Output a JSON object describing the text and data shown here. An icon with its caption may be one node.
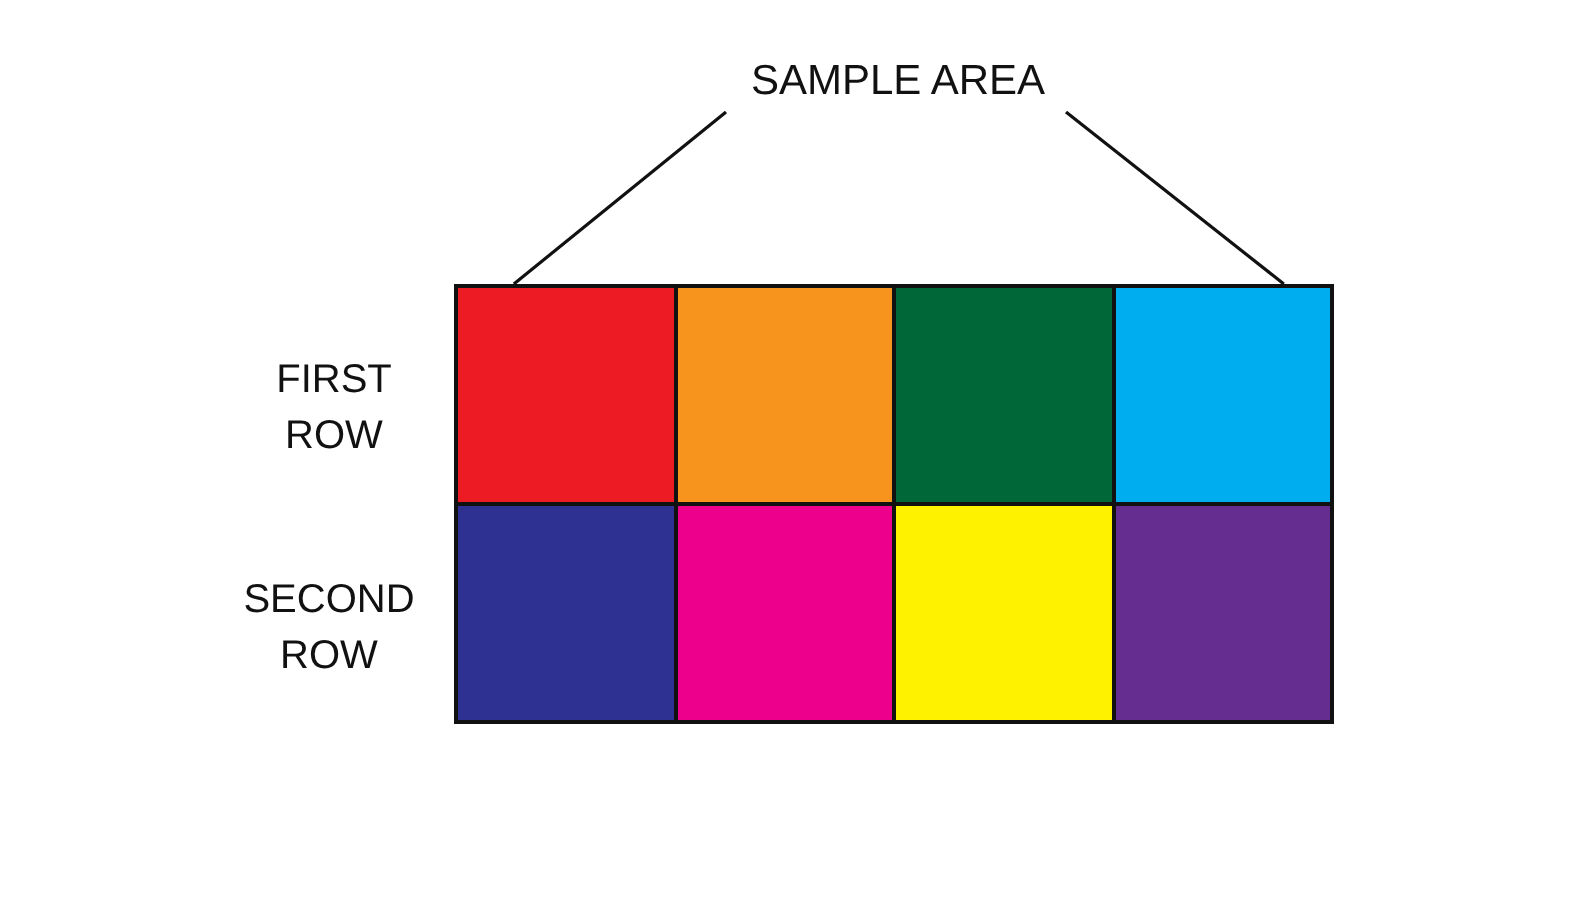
{
  "diagram": {
    "nodes": [
      {
        "text": [
          "SAMPLE AREA"
        ]
      },
      {
        "text": [],
        "shape": "box"
      }
    ],
    "edges": [
      {
        "from": 0,
        "to": 1,
        "arrow": "none"
      },
      {
        "from": 0,
        "to": 1,
        "arrow": "none"
      }
    ],
    "labels": [
      "FIRST ROW",
      "SECOND ROW"
    ]
  }
}
